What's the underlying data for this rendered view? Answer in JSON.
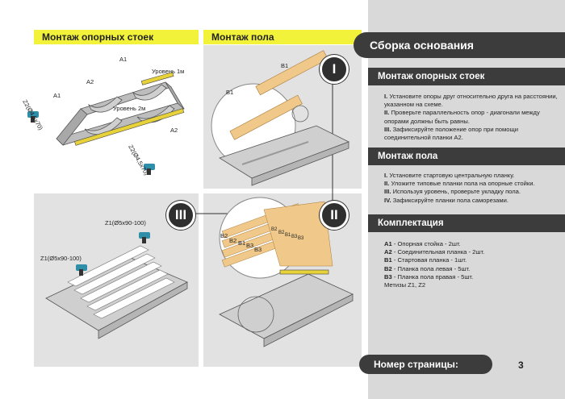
{
  "panels": {
    "top_left_title": "Монтаж опорных стоек",
    "top_mid_title": "Монтаж пола"
  },
  "diagram1": {
    "labels": [
      "A1",
      "A2",
      "A1",
      "A2",
      "Уровень 1м",
      "Уровень 2м",
      "Z2(Ø4,5x70)",
      "Z2(Ø4,5x70)"
    ]
  },
  "diagram2": {
    "labels": [
      "B1",
      "B1"
    ]
  },
  "diagram3": {
    "labels": [
      "Z1(Ø5x90-100)",
      "Z1(Ø5x90-100)"
    ]
  },
  "diagram4": {
    "labels": [
      "B2",
      "B2",
      "B1",
      "B3",
      "B3",
      "B2",
      "B2",
      "B1",
      "B3",
      "B3"
    ]
  },
  "steps": {
    "one": "I",
    "two": "II",
    "three": "III"
  },
  "sidebar": {
    "title": "Сборка основания",
    "sections": [
      {
        "heading": "Монтаж опорных стоек",
        "items": [
          {
            "num": "I.",
            "text": "Установите опоры друг относительно друга на расстоянии, указанном на схеме."
          },
          {
            "num": "II.",
            "text": "Проверьте параллельность опор - диагонали между опорами должны быть равны."
          },
          {
            "num": "III.",
            "text": "Зафиксируйте положение опор при помощи соединительной планки А2."
          }
        ]
      },
      {
        "heading": "Монтаж пола",
        "items": [
          {
            "num": "I.",
            "text": "Установите стартовую центральную планку."
          },
          {
            "num": "II.",
            "text": "Уложите типовые планки пола на опорные стойки."
          },
          {
            "num": "III.",
            "text": "Используя уровень, проверьте укладку пола."
          },
          {
            "num": "IV.",
            "text": "Зафиксируйте планки пола саморезами."
          }
        ]
      },
      {
        "heading": "Комплектация",
        "items": [
          {
            "code": "A1",
            "text": " - Опорная стойка - 2шт."
          },
          {
            "code": "A2",
            "text": " - Соединительная планка - 2шт."
          },
          {
            "code": "B1",
            "text": " - Стартовая планка - 1шт."
          },
          {
            "code": "B2",
            "text": " - Планка пола левая - 5шт."
          },
          {
            "code": "B3",
            "text": " - Планка пола правая - 5шт."
          },
          {
            "code": "",
            "text": "Метизы Z1, Z2"
          }
        ]
      }
    ]
  },
  "footer": {
    "label": "Номер страницы:",
    "page": "3"
  },
  "colors": {
    "accent_yellow": "#f2f23a",
    "dark": "#3c3c3c",
    "panel_gray": "#e2e2e2",
    "sidebar_gray": "#d9d9d9"
  }
}
